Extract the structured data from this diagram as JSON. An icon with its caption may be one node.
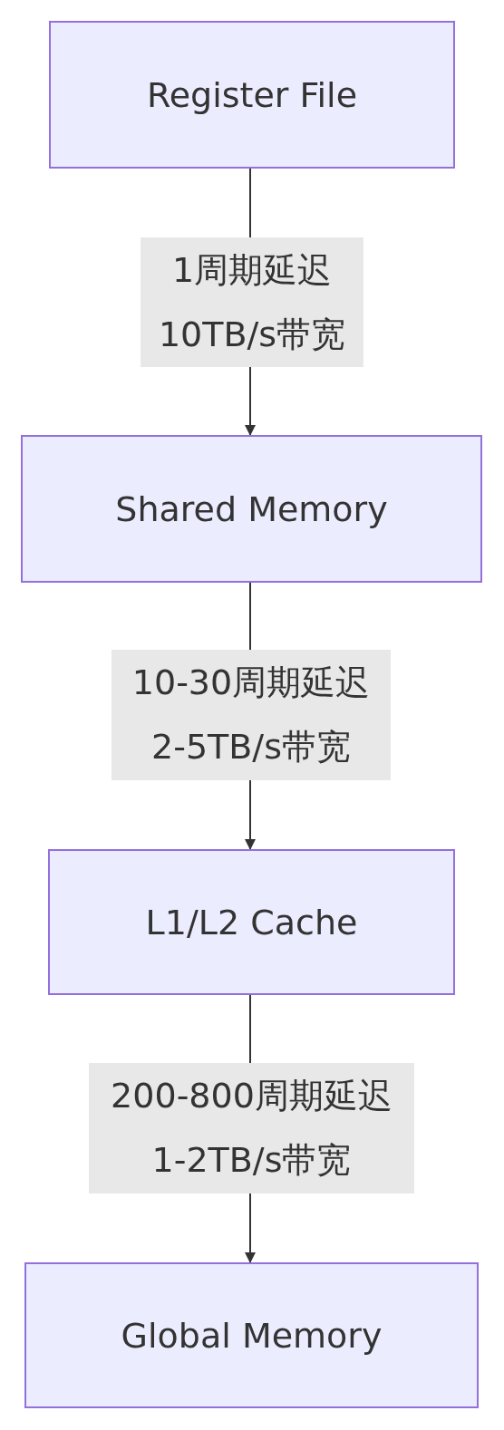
{
  "diagram": {
    "nodes": [
      {
        "text": [
          "Register File"
        ]
      },
      {
        "text": [
          "Shared Memory"
        ]
      },
      {
        "text": [
          "L1/L2 Cache"
        ]
      },
      {
        "text": [
          "Global Memory"
        ]
      }
    ],
    "edges": [
      {
        "from": 0,
        "to": 1,
        "arrow": "to",
        "label": "1周期延迟 10TB/s带宽"
      },
      {
        "from": 1,
        "to": 2,
        "arrow": "to",
        "label": "10-30周期延迟 2-5TB/s带宽"
      },
      {
        "from": 2,
        "to": 3,
        "arrow": "to",
        "label": "200-800周期延迟 1-2TB/s带宽"
      }
    ]
  }
}
